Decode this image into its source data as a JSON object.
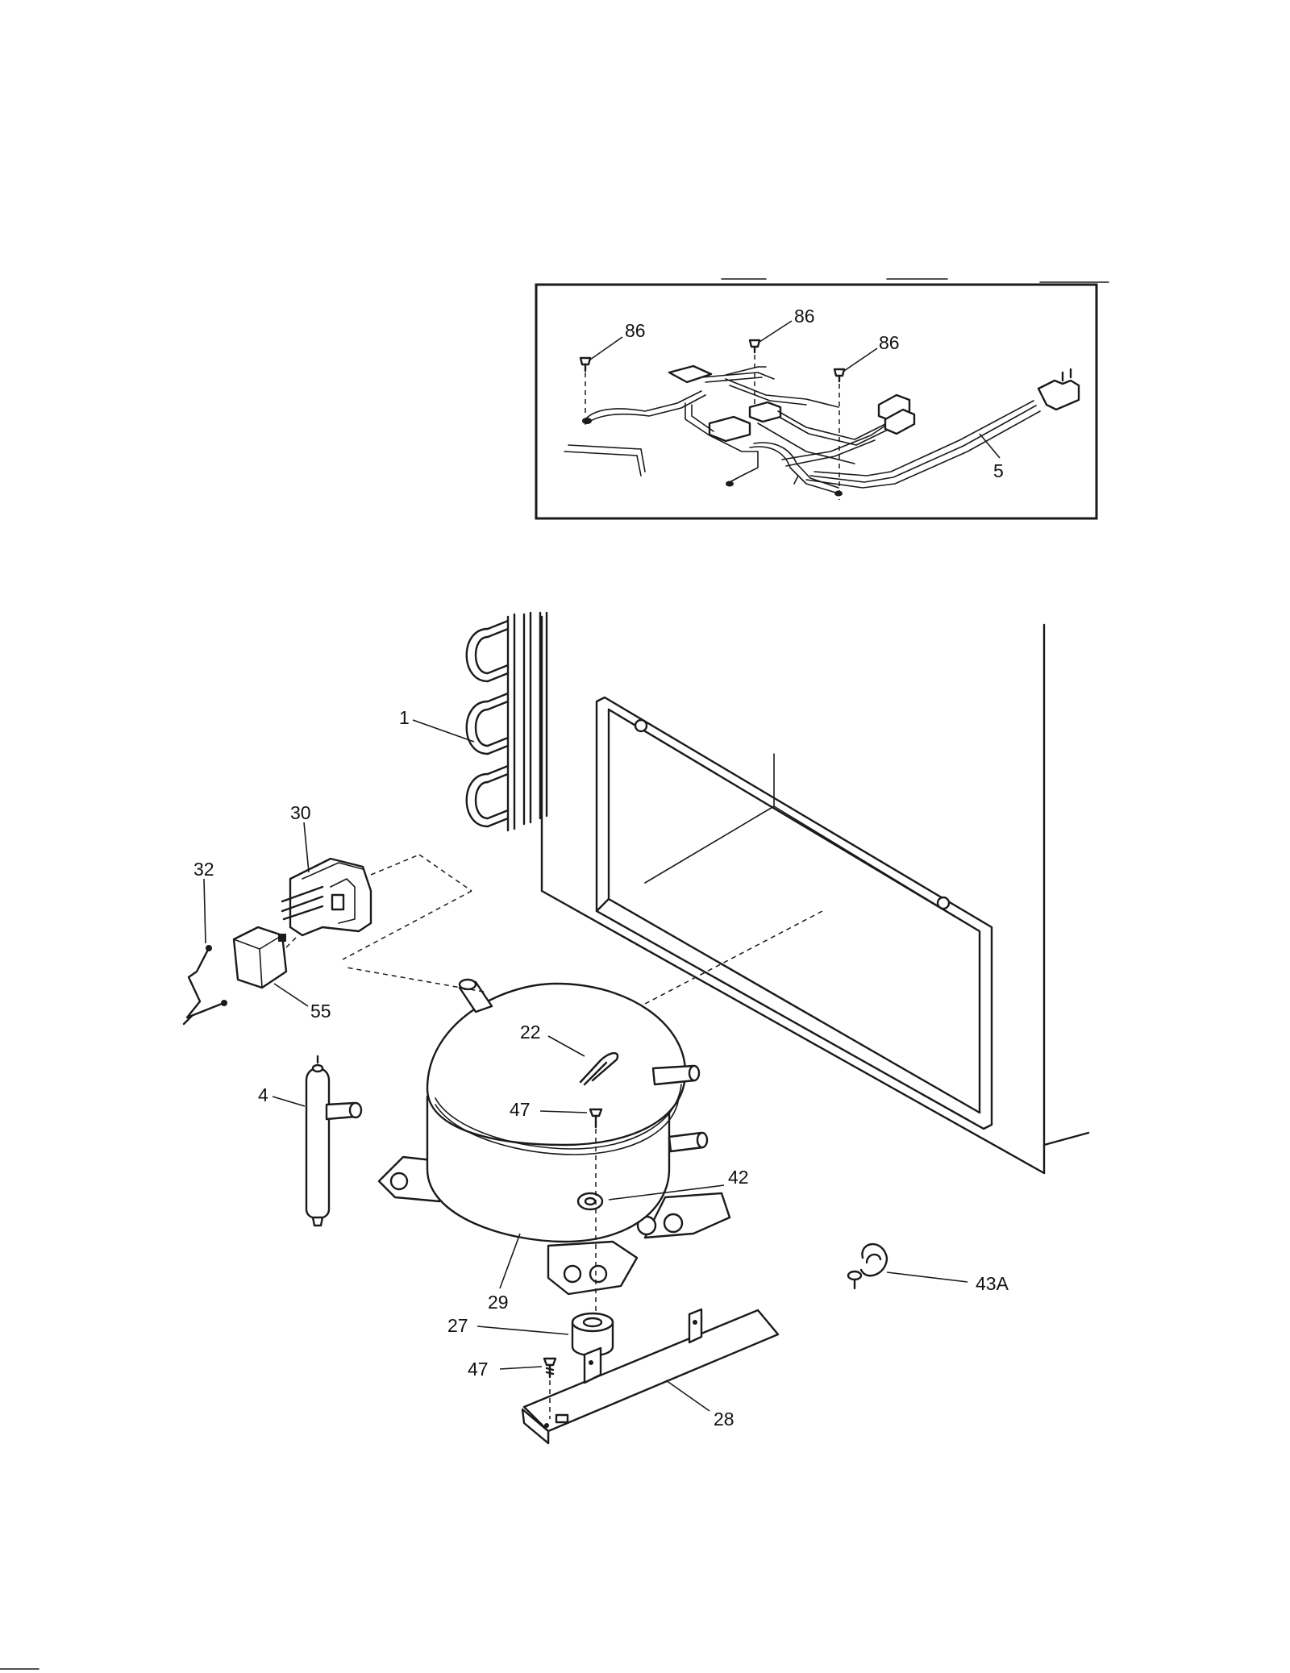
{
  "callouts": {
    "p86a": "86",
    "p86b": "86",
    "p86c": "86",
    "p5": "5",
    "p1": "1",
    "p30": "30",
    "p32": "32",
    "p55": "55",
    "p22": "22",
    "p47top": "47",
    "p4": "4",
    "p42": "42",
    "p29": "29",
    "p43a": "43A",
    "p27": "27",
    "p47bottom": "47",
    "p28": "28"
  },
  "colors": {
    "ink": "#1a1a1a",
    "paper": "#ffffff"
  }
}
